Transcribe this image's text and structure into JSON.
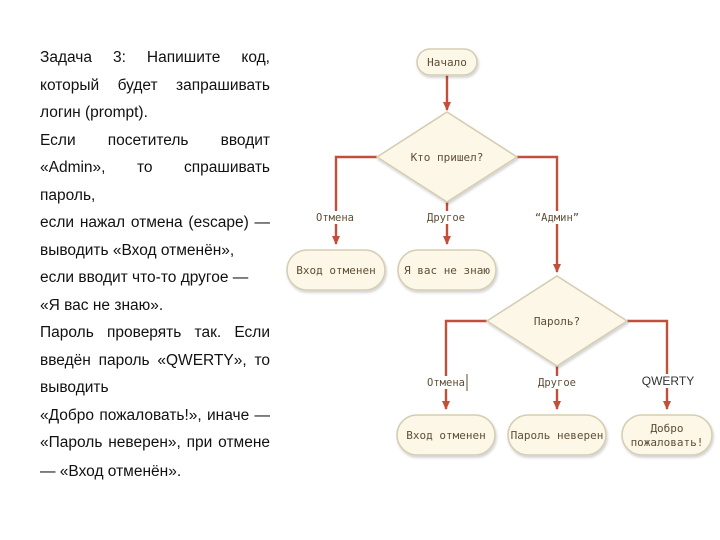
{
  "task": {
    "lines": [
      "Задача 3: Напишите код,",
      "который будет запрашивать",
      "логин (prompt).",
      "Если посетитель вводит",
      "«Admin», то спрашивать",
      "пароль,",
      "если нажал отмена (escape) —",
      "выводить «Вход отменён»,",
      "если вводит что-то другое —",
      "«Я вас не знаю».",
      "Пароль проверять так. Если",
      "введён пароль «QWERTY», то",
      "выводить",
      "«Добро пожаловать!», иначе —",
      "«Пароль неверен», при отмене",
      "— «Вход отменён»."
    ]
  },
  "flowchart": {
    "start": "Начало",
    "decision_who": "Кто пришел?",
    "label_cancel_1": "Отмена",
    "label_other_1": "Другое",
    "label_admin": "“Админ”",
    "result_cancel_1": "Вход отменен",
    "result_unknown": "Я вас не знаю",
    "decision_password": "Пароль?",
    "label_cancel_2": "Отмена",
    "label_other_2": "Другое",
    "label_qwerty": "QWERTY",
    "result_cancel_2": "Вход отменен",
    "result_wrong": "Пароль неверен",
    "result_welcome_line1": "Добро",
    "result_welcome_line2": "пожаловать!",
    "colors": {
      "node_fill": "#fcf7e6",
      "node_stroke": "#d5cdb4",
      "arrow": "#c1503a",
      "text": "#5f4e37"
    }
  }
}
